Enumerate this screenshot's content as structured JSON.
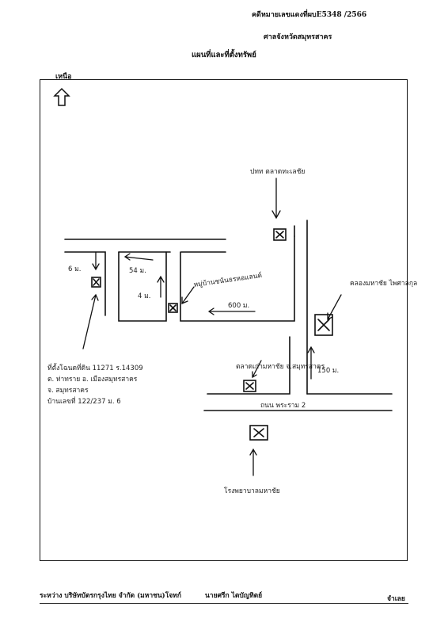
{
  "header": {
    "case_number": "คดีหมายเลขแดงที่ผบE5348 /2566",
    "court": "ศาลจังหวัดสมุทรสาคร",
    "title": "แผนที่และที่ตั้งทรัพย์"
  },
  "map": {
    "north_label": "เหนือ",
    "north_icon": "arrow-up-icon",
    "labels": {
      "pattana": "ปทท ตลาดทะเลชัย",
      "dist_6": "6 ม.",
      "dist_54": "54 ม.",
      "dist_4": "4 ม.",
      "lane_name": "หมู่บ้านชนันธรหอแลนด์",
      "dist_600": "600 ม.",
      "canal_name": "คลองมหาชัย ไพศาลกุล",
      "temple_name": "ตลาดเก่ามหาชัย จ.สมุทรสาคร",
      "dist_150": "150 ม.",
      "road_name": "ถนน พระราม 2",
      "hospital": "โรงพยาบาลมหาชัย"
    },
    "property_address": [
      "ที่ตั้งโฉนดที่ดิน 11271 ร.14309",
      "ต. ท่าทราย อ. เมืองสมุทรสาคร",
      "จ. สมุทรสาคร",
      "บ้านเลขที่ 122/237 ม. 6"
    ]
  },
  "footer": {
    "parties": "ระหว่าง บริษัทบัตรกรุงไทย จำกัด (มหาชน)โจทก์",
    "defendant": "นายศรีก ไตบัญทิตย์",
    "role": "จำเลย"
  }
}
